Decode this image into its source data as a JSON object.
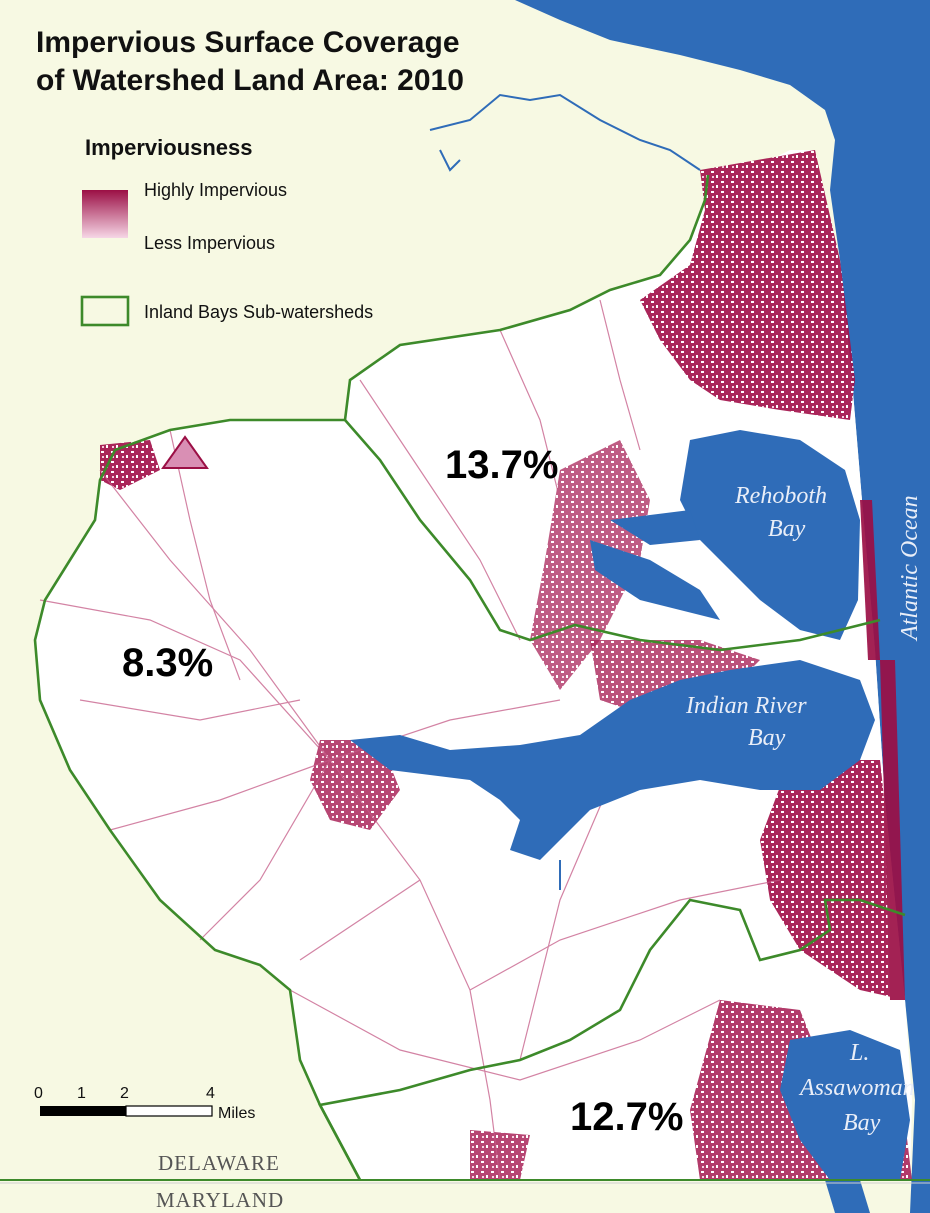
{
  "title": {
    "line1": "Impervious Surface Coverage",
    "line2": "of Watershed Land Area: 2010"
  },
  "legend": {
    "heading": "Imperviousness",
    "high_label": "Highly Impervious",
    "low_label": "Less Impervious",
    "boundary_label": "Inland Bays Sub-watersheds",
    "colors": {
      "high": "#9b0f45",
      "low": "#f2c6dc",
      "boundary": "#3d8a2a",
      "water": "#2f6cb8",
      "land_outside": "#f7f9e3",
      "land_inside": "#ffffff"
    }
  },
  "subwatersheds": [
    {
      "name": "west",
      "value": "8.3%"
    },
    {
      "name": "rehoboth",
      "value": "13.7%"
    },
    {
      "name": "south",
      "value": "12.7%"
    }
  ],
  "water_labels": {
    "rehoboth": [
      "Rehoboth",
      "Bay"
    ],
    "indian_river": [
      "Indian River",
      "Bay"
    ],
    "atlantic": "Atlantic Ocean",
    "assawoman": [
      "L.",
      "Assawoman",
      "Bay"
    ]
  },
  "scale_bar": {
    "ticks": [
      "0",
      "1",
      "2",
      "4"
    ],
    "unit": "Miles"
  },
  "state_labels": {
    "north": "DELAWARE",
    "south": "MARYLAND"
  }
}
